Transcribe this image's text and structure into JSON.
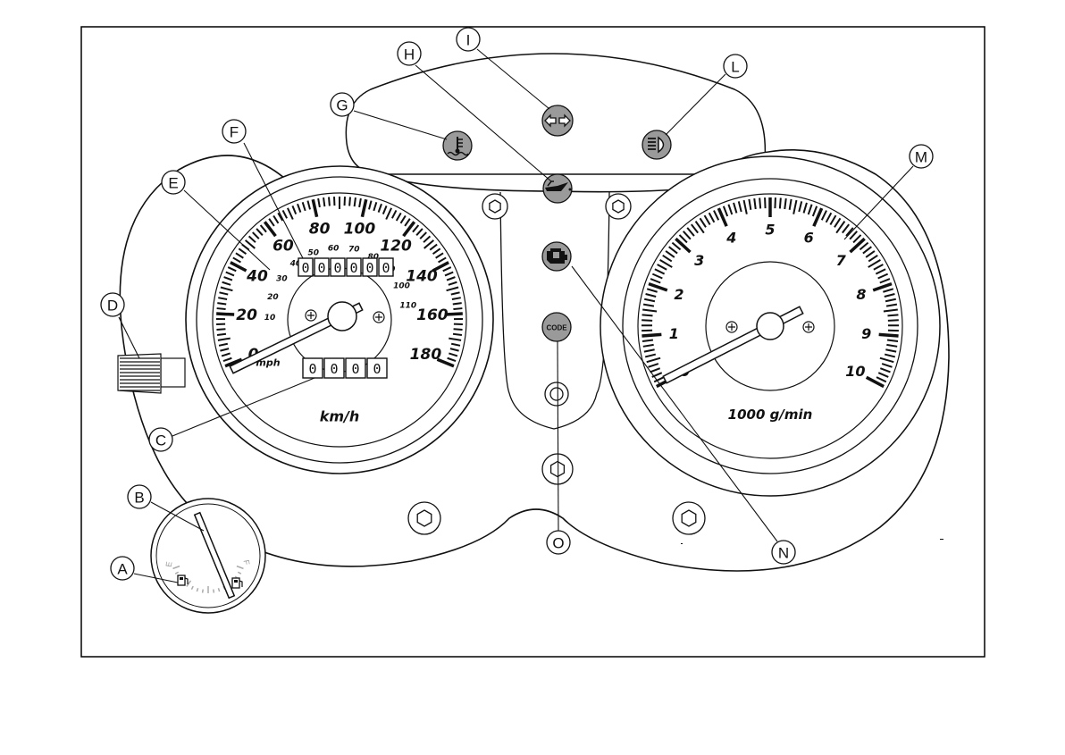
{
  "callouts": [
    {
      "id": "A",
      "label": "A"
    },
    {
      "id": "B",
      "label": "B"
    },
    {
      "id": "C",
      "label": "C"
    },
    {
      "id": "D",
      "label": "D"
    },
    {
      "id": "E",
      "label": "E"
    },
    {
      "id": "F",
      "label": "F"
    },
    {
      "id": "G",
      "label": "G"
    },
    {
      "id": "H",
      "label": "H"
    },
    {
      "id": "I",
      "label": "I"
    },
    {
      "id": "L",
      "label": "L"
    },
    {
      "id": "M",
      "label": "M"
    },
    {
      "id": "N",
      "label": "N"
    },
    {
      "id": "O",
      "label": "O"
    }
  ],
  "speedometer": {
    "unit": "km/h",
    "kmh_labels": [
      "0",
      "20",
      "40",
      "60",
      "80",
      "100",
      "120",
      "140",
      "160",
      "180"
    ],
    "mph_labels": [
      "10",
      "20",
      "30",
      "40",
      "50",
      "60",
      "70",
      "80",
      "90",
      "100",
      "110"
    ],
    "mph_unit": "mph",
    "odometer_digits": [
      "0",
      "0",
      "0",
      "0",
      "0",
      "0"
    ],
    "trip_digits": [
      "0",
      "0",
      "0",
      "0"
    ]
  },
  "tachometer": {
    "unit": "1000 g/min",
    "labels": [
      "0",
      "1",
      "2",
      "3",
      "4",
      "5",
      "6",
      "7",
      "8",
      "9",
      "10"
    ]
  },
  "fuel_gauge": {
    "scale_left": "E",
    "scale_right": "F",
    "icons": [
      "fuel-pump-icon",
      "fuel-pump-icon"
    ]
  },
  "warning_lights": [
    {
      "callout": "G",
      "icon": "coolant-temperature-icon"
    },
    {
      "callout": "H",
      "icon": "oil-pressure-icon"
    },
    {
      "callout": "I",
      "icon": "turn-signal-icon"
    },
    {
      "callout": "L",
      "icon": "high-beam-icon"
    },
    {
      "callout": "N",
      "icon": "engine-check-icon"
    },
    {
      "callout": "O",
      "icon": "code-icon",
      "text": "CODE"
    }
  ]
}
